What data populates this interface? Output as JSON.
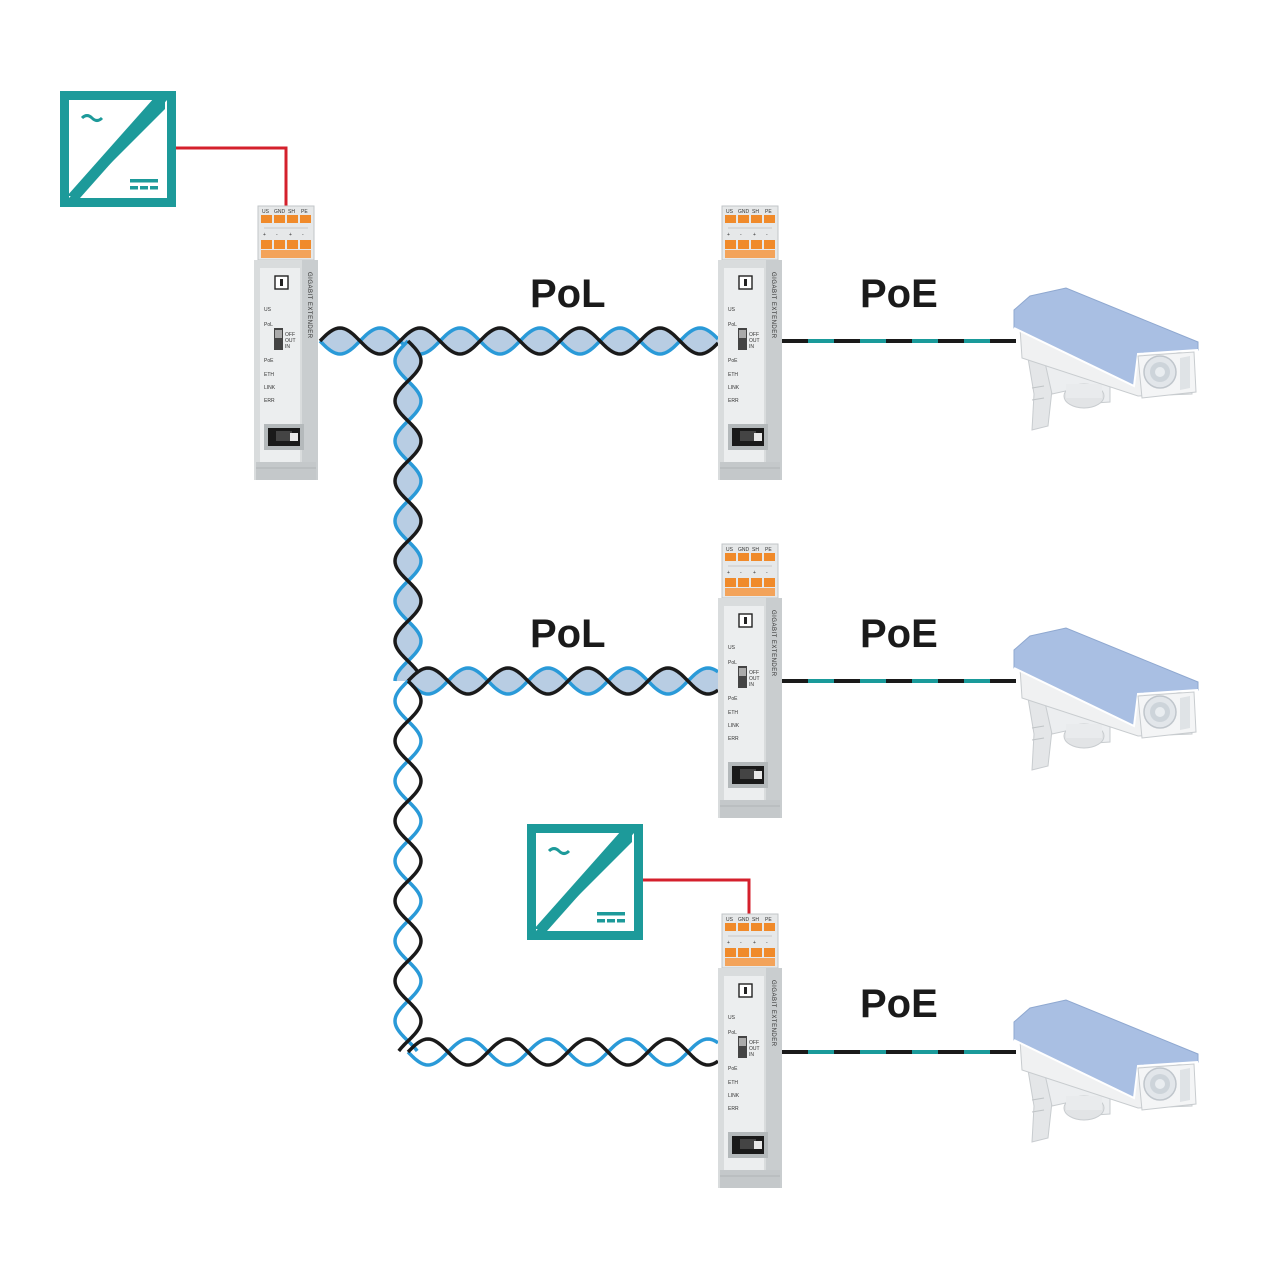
{
  "colors": {
    "psu": "#1d9a9a",
    "power_line": "#d4202c",
    "pol_blue": "#2a9ad8",
    "pol_dark": "#1a1a1a",
    "pol_fill": "#b8cde3",
    "poe_teal": "#1a9a9a",
    "terminal_orange": "#f08a2a",
    "device_body": "#d9dcdd",
    "camera_housing": "#a9bfe3"
  },
  "labels": {
    "pol_top": "PoL",
    "pol_mid": "PoL",
    "poe_top": "PoE",
    "poe_mid": "PoE",
    "poe_bot": "PoE"
  },
  "device": {
    "vertical_text": "GIGABIT EXTENDER",
    "terminal_labels": [
      "US",
      "GND",
      "SH",
      "PE"
    ],
    "leds": [
      "US",
      "PoL",
      "PoE",
      "ETH",
      "LINK",
      "ERR"
    ],
    "switch_labels": [
      "OFF",
      "OUT",
      "IN"
    ]
  },
  "icons": {
    "power_supply": "ac-dc-converter-icon",
    "camera": "surveillance-camera-icon",
    "device": "gigabit-extender-device"
  }
}
